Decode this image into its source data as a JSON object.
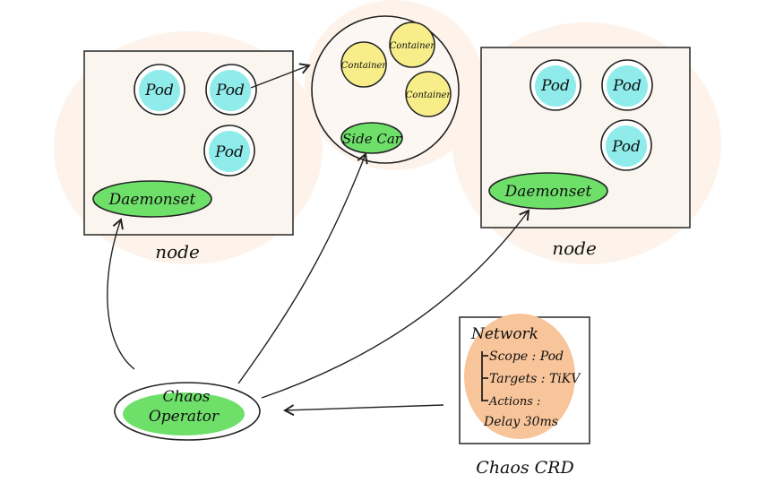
{
  "colors": {
    "pod_fill": "#8fecea",
    "container_fill": "#f7ee8a",
    "green_fill": "#6ee06a",
    "crd_fill": "#f8c49a",
    "node_bg": "#fbf4ee",
    "halo": "#fdf3ea",
    "stroke": "#222222"
  },
  "left_node": {
    "pods": [
      "Pod",
      "Pod",
      "Pod"
    ],
    "daemonset": "Daemonset",
    "label": "node"
  },
  "right_node": {
    "pods": [
      "Pod",
      "Pod",
      "Pod"
    ],
    "daemonset": "Daemonset",
    "label": "node"
  },
  "pod_detail": {
    "containers": [
      "Container",
      "Container",
      "Container"
    ],
    "sidecar": "Side Car"
  },
  "operator": {
    "line1": "Chaos",
    "line2": "Operator"
  },
  "crd": {
    "title": "Network",
    "scope": "Scope : Pod",
    "targets": "Targets : TiKV",
    "actions": "Actions :",
    "delay": "Delay 30ms",
    "label": "Chaos CRD"
  }
}
